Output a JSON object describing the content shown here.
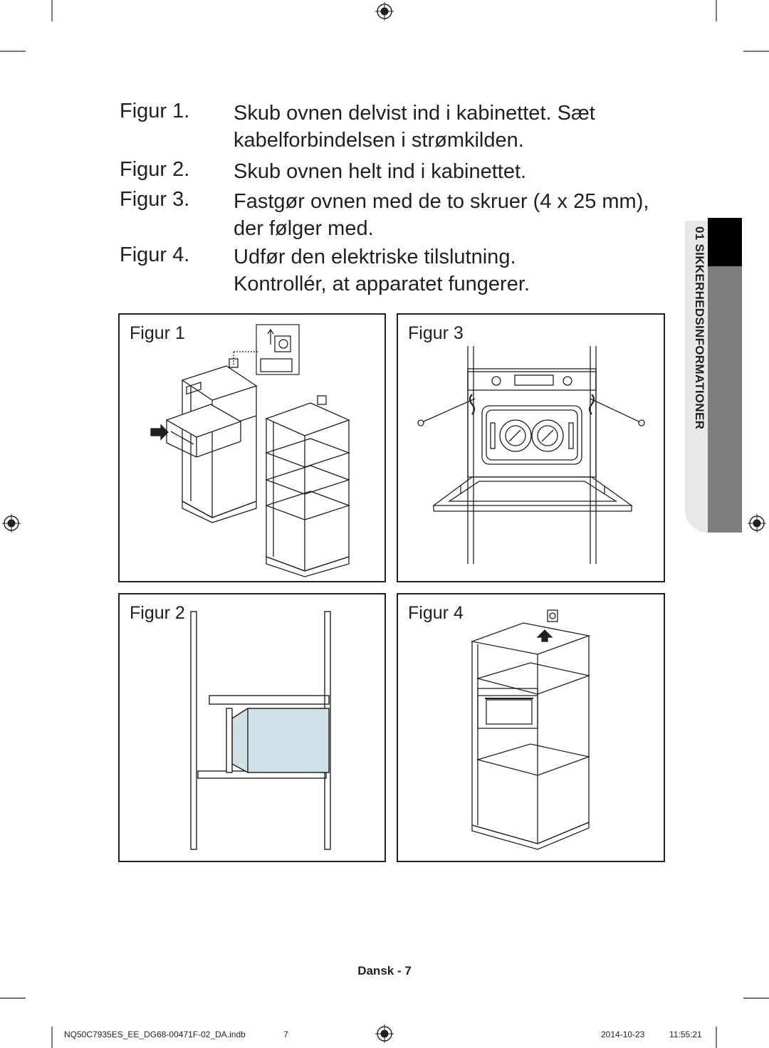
{
  "instructions": [
    {
      "label": "Figur 1.",
      "lines": [
        "Skub ovnen delvist ind i kabinettet. Sæt",
        "kabelforbindelsen i strømkilden."
      ]
    },
    {
      "label": "Figur 2.",
      "lines": [
        "Skub ovnen helt ind i kabinettet."
      ]
    },
    {
      "label": "Figur 3.",
      "lines": [
        "Fastgør ovnen med de to skruer (4 x 25 mm),",
        "der følger med."
      ]
    },
    {
      "label": "Figur 4.",
      "lines": [
        "Udfør den elektriske tilslutning.",
        "Kontrollér, at apparatet fungerer."
      ]
    }
  ],
  "figures": {
    "fig1": "Figur 1",
    "fig2": "Figur 2",
    "fig3": "Figur 3",
    "fig4": "Figur 4"
  },
  "side_tab": {
    "text": "01 SIKKERHEDSINFORMATIONER"
  },
  "footer": {
    "language_page": "Dansk - 7",
    "file_name": "NQ50C7935ES_EE_DG68-00471F-02_DA.indb",
    "file_page": "7",
    "date": "2014-10-23",
    "time": "11:55:21"
  },
  "colors": {
    "text": "#231f20",
    "tab_dark": "#000000",
    "tab_light": "#7d7d7d",
    "oven_fill": "#cfe2e8"
  }
}
